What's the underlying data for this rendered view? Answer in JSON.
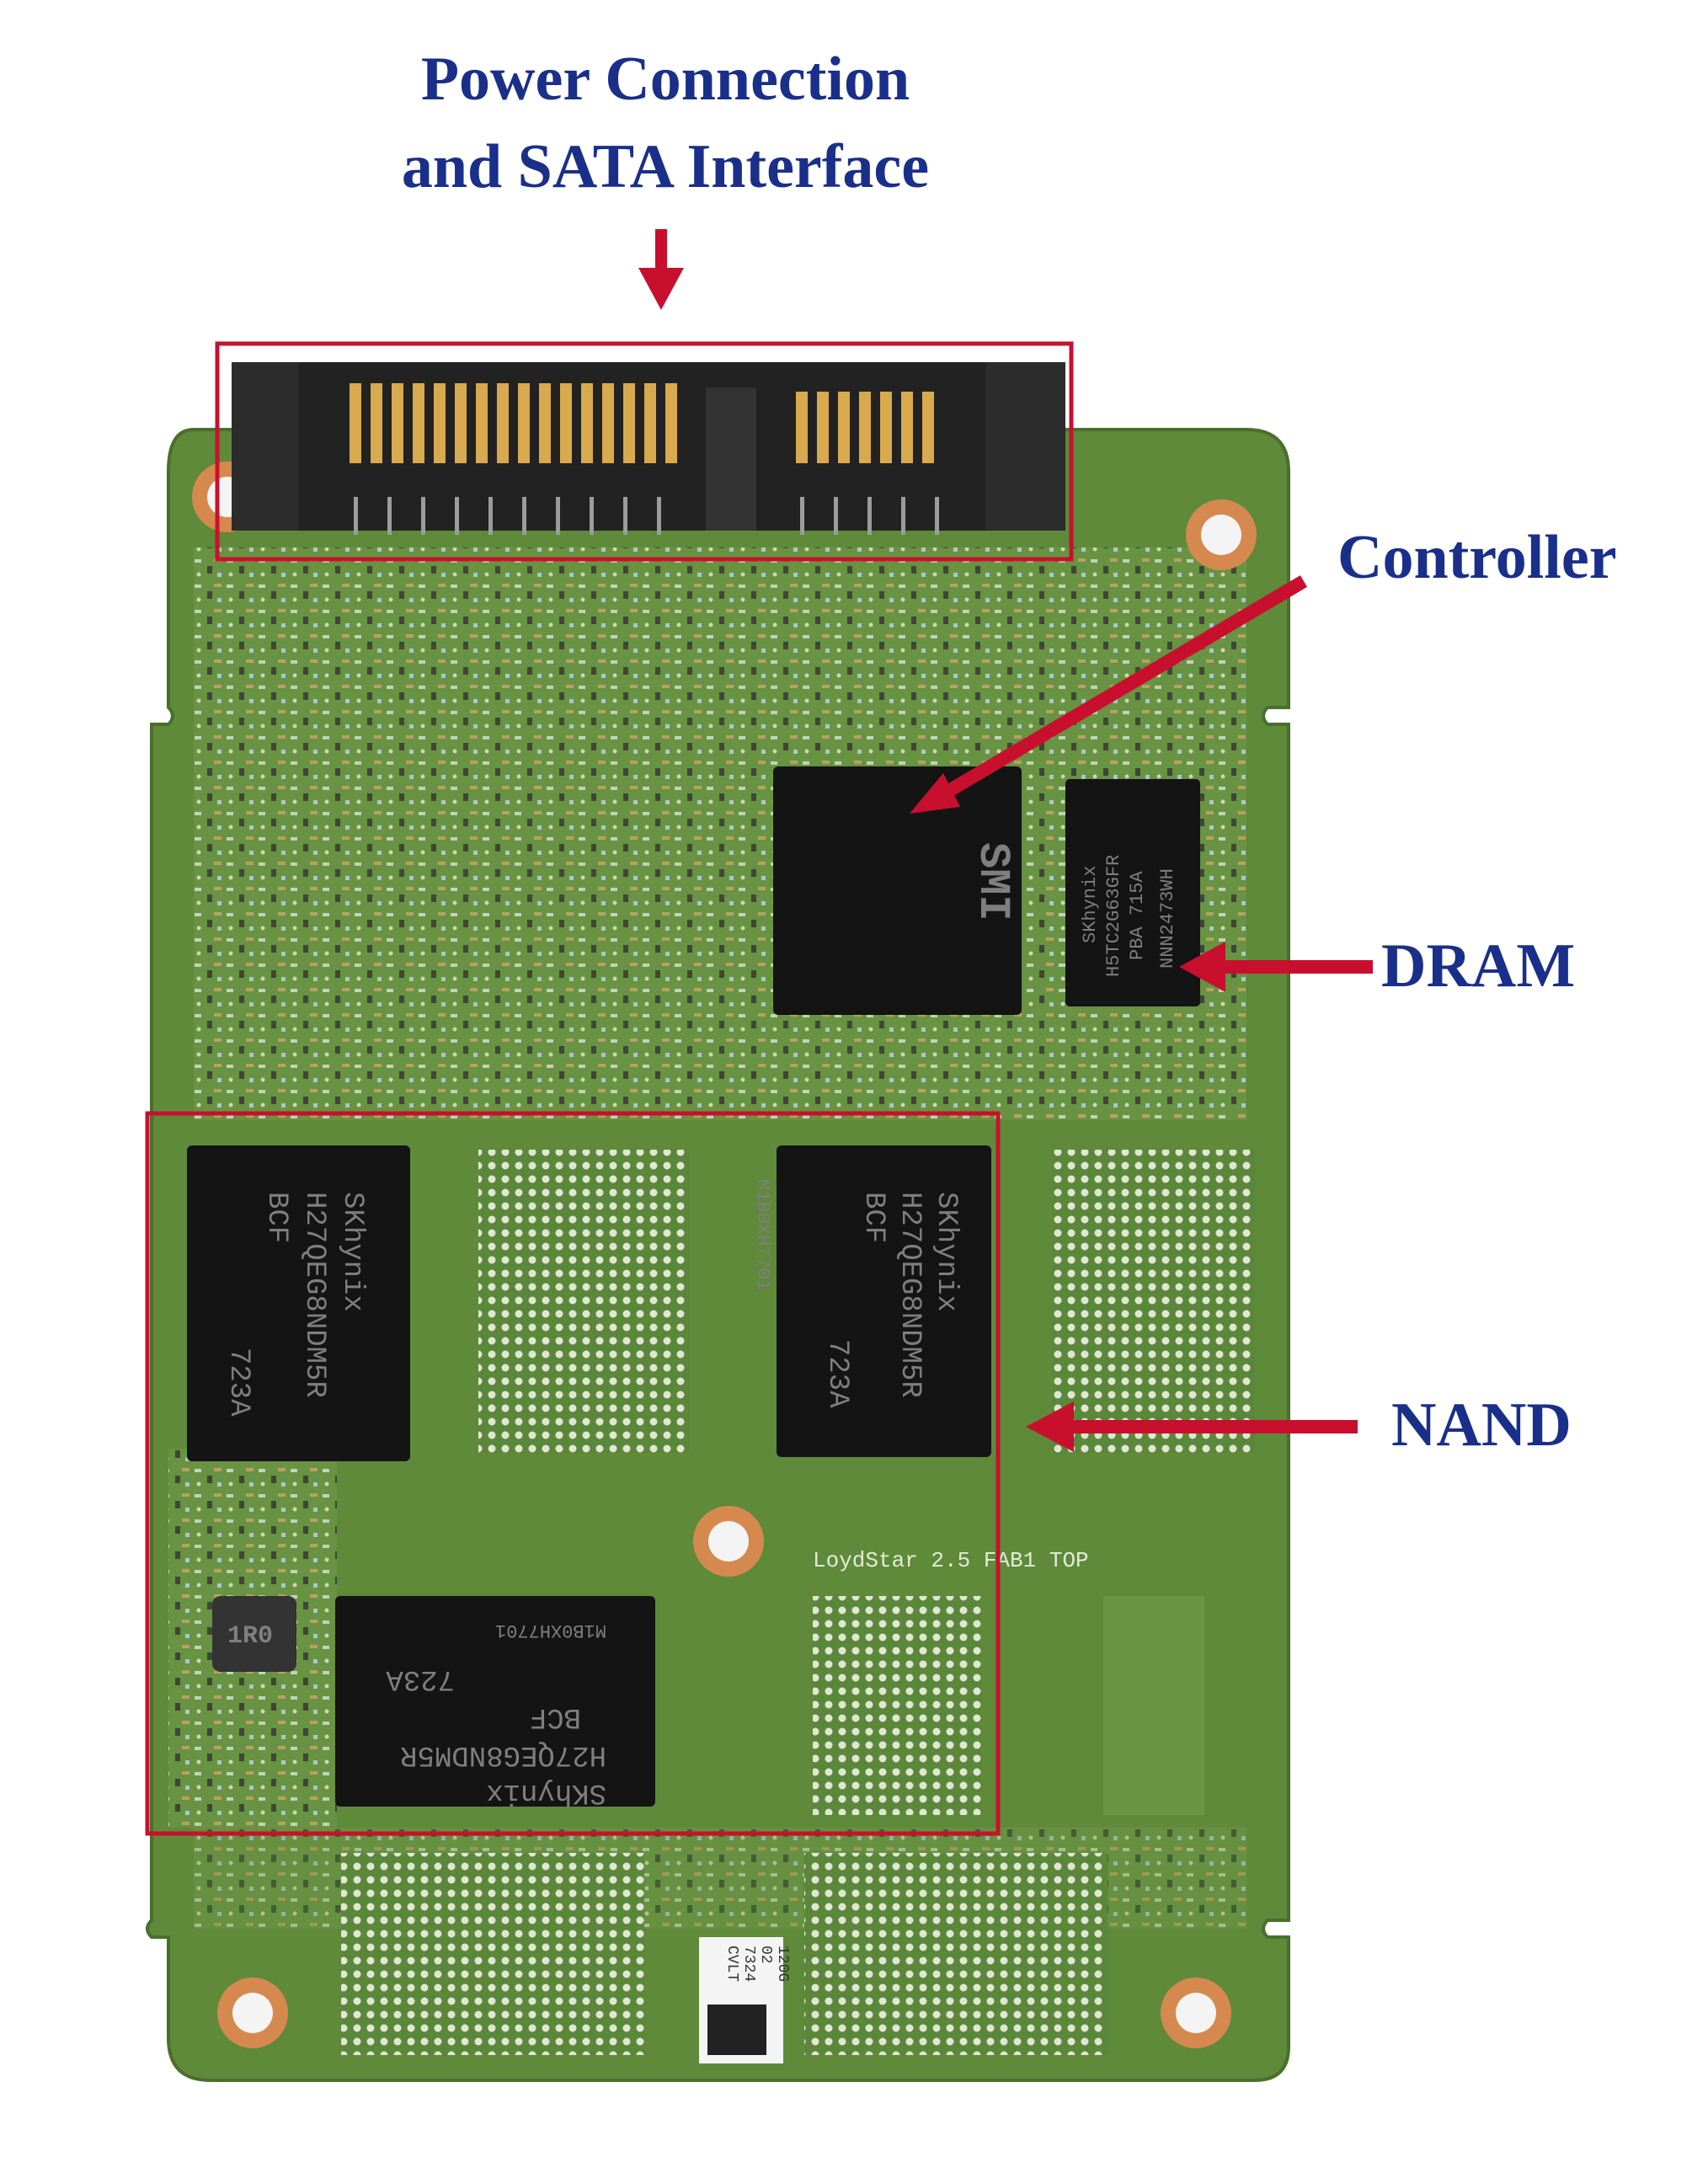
{
  "labels": {
    "power_line1": "Power Connection",
    "power_line2": "and SATA Interface",
    "controller": "Controller",
    "dram": "DRAM",
    "nand": "NAND"
  },
  "chips": {
    "controller_brand": "SMI",
    "dram_marking": [
      "SKhynix",
      "H5TC2G63GFR",
      "PBA 715A",
      "NNN2473WH"
    ],
    "nand_marking": [
      "SKhynix",
      "H27QEG8NDM5R",
      "BCF",
      "723A"
    ],
    "nand_lot": "M1B0XH7701",
    "inductor": "1R0",
    "board_silk": "LoydStar 2.5 FAB1 TOP",
    "label_sticker": [
      "CVLT",
      "7324",
      "02",
      "120G"
    ]
  },
  "colors": {
    "label_text": "#1a2f8a",
    "annotation_red": "#c8102e",
    "pcb_green": "#5e8a3a",
    "chip_black": "#141414"
  }
}
